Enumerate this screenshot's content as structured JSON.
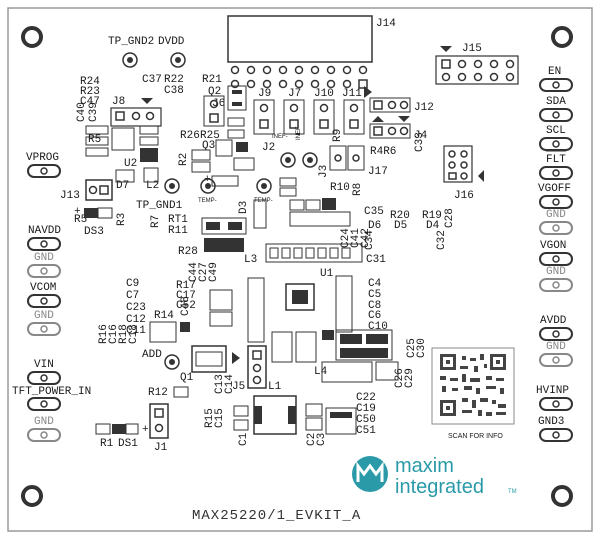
{
  "board_title": "MAX25220/1_EVKIT_A",
  "brand": {
    "line1": "maxim",
    "line2": "integrated",
    "tm": "TM",
    "color": "#2a9aa8"
  },
  "qr_caption": "SCAN FOR INFO",
  "right_pads": [
    "EN",
    "SDA",
    "SCL",
    "FLT",
    "VGOFF",
    "GND",
    "VGON",
    "GND",
    "AVDD",
    "GND",
    "HVINP",
    "GND3"
  ],
  "left_pads": [
    "VPROG",
    "NAVDD",
    "GND",
    "VCOM",
    "GND",
    "VIN",
    "TFT_POWER_IN",
    "GND"
  ],
  "designators": {
    "j14": "J14",
    "j15": "J15",
    "j16": "J16",
    "j17": "J17",
    "j12": "J12",
    "j4": "J4",
    "j8": "J8",
    "j6": "J6",
    "j9": "J9",
    "j7": "J7",
    "j10": "J10",
    "j11": "J11",
    "j2": "J2",
    "j3": "J3",
    "j13": "J13",
    "j5": "J5",
    "j1": "J1",
    "tp_gnd2": "TP_GND2",
    "dvdd": "DVDD",
    "tp_gnd1": "TP_GND1",
    "add": "ADD",
    "c37": "C37",
    "r22": "R22",
    "c38": "C38",
    "r24": "R24",
    "r23": "R23",
    "c47": "C47",
    "c40": "C40",
    "c39": "C39",
    "r21": "R21",
    "q2": "Q2",
    "r26": "R26",
    "r25": "R25",
    "q3": "Q3",
    "r2": "R2",
    "r5": "R5",
    "u2": "U2",
    "d7": "D7",
    "l2": "L2",
    "r4r6": "R4R6",
    "r10": "R10",
    "r8": "R8",
    "r9": "R9",
    "r3": "R3",
    "ds3": "DS3",
    "r7": "R7",
    "rt1": "RT1",
    "r11": "R11",
    "d3": "D3",
    "c33": "C33",
    "c35": "C35",
    "r20": "R20",
    "r19": "R19",
    "c28": "C28",
    "d6": "D6",
    "d5": "D5",
    "d4": "D4",
    "c34": "C34",
    "c32": "C32",
    "c24": "C24",
    "c41": "C41",
    "c42": "C42",
    "c31": "C31",
    "r28": "R28",
    "c44": "C44",
    "c27": "C27",
    "c49": "C49",
    "c48": "C48",
    "l3": "L3",
    "u1": "U1",
    "c9": "C9",
    "c7": "C7",
    "c23": "C23",
    "c12": "C12",
    "c11": "C11",
    "r17": "R17",
    "c17": "C17",
    "c52": "C52",
    "r14": "R14",
    "r16": "R16",
    "c16": "C16",
    "r18": "R18",
    "c18": "C18",
    "c4": "C4",
    "c5": "C5",
    "c6": "C6",
    "c8": "C8",
    "c10": "C10",
    "c25": "C25",
    "c30": "C30",
    "c26": "C26",
    "c29": "C29",
    "l4": "L4",
    "q1": "Q1",
    "r12": "R12",
    "r15": "R15",
    "c13": "C13",
    "c15": "C15",
    "c14": "C14",
    "l1": "L1",
    "c1": "C1",
    "c2": "C2",
    "c3": "C3",
    "c22": "C22",
    "c19": "C19",
    "c50": "C50",
    "c51": "C51",
    "r1": "R1",
    "ds1": "DS1",
    "temp1": "TEMP-",
    "temp2": "TEMP-",
    "inef1": "INEF-",
    "inef2": "INEF-"
  }
}
